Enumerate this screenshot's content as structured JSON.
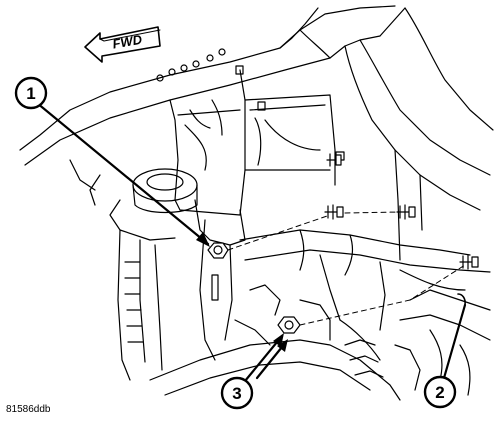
{
  "direction_arrow": {
    "label": "FWD",
    "icon": "left-arrow-icon"
  },
  "callouts": [
    {
      "number": "1"
    },
    {
      "number": "2"
    },
    {
      "number": "3"
    }
  ],
  "figure_id": "81586ddb"
}
